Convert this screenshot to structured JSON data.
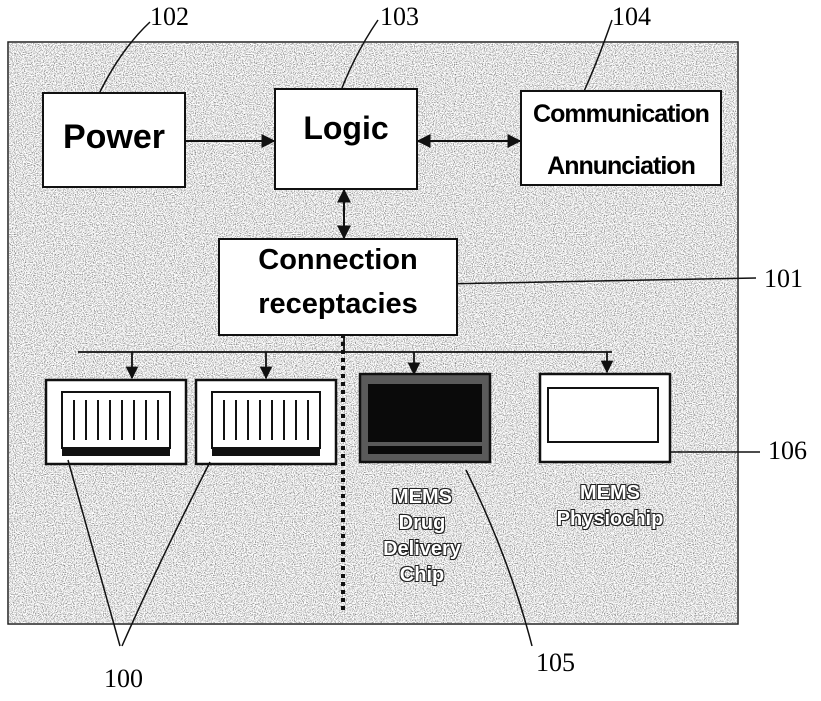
{
  "blocks": {
    "power": "Power",
    "logic": "Logic",
    "comm_line1": "Communication",
    "comm_line2": "Annunciation",
    "conn_line1": "Connection",
    "conn_line2": "receptacies"
  },
  "chips": {
    "drug_line1": "MEMS",
    "drug_line2": "Drug",
    "drug_line3": "Delivery",
    "drug_line4": "Chip",
    "physio_line1": "MEMS",
    "physio_line2": "Physiochip"
  },
  "reference_numerals": {
    "r100": "100",
    "r101": "101",
    "r102": "102",
    "r103": "103",
    "r104": "104",
    "r105": "105",
    "r106": "106"
  },
  "colors": {
    "background_panel": "#9a9a9a",
    "line": "#111111",
    "box_fill": "#ffffff",
    "chip_dark": "#0a0a0a"
  }
}
